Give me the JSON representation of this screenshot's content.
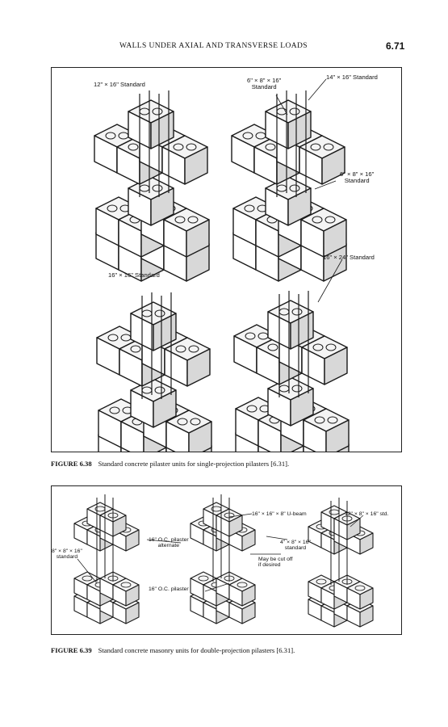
{
  "header": {
    "running_title": "WALLS UNDER AXIAL AND TRANSVERSE LOADS",
    "page_number": "6.71"
  },
  "figure_638": {
    "labels": {
      "std_12x16": "12\" × 16\" Standard",
      "std_6x8x16_a": "6\" × 8\" × 16\"",
      "std_6x8x16_b": "Standard",
      "std_14x16": "14\" × 16\" Standard",
      "std_6x8x16r_a": "6\" × 8\" × 16\"",
      "std_6x8x16r_b": "Standard",
      "std_16x24": "16\" × 24\" Standard",
      "std_16x16": "16\" × 16\" Standard"
    },
    "caption_label": "FIGURE 6.38",
    "caption_text": "Standard concrete pilaster units for single-projection pilasters [6.31]."
  },
  "figure_639": {
    "labels": {
      "ubeam": "16\" × 16\" × 8\" U-beam",
      "std_12x8x16": "12\" × 8\" × 16\" std.",
      "oc_alt_a": "16\" O.C. pilaster",
      "oc_alt_b": "alternate",
      "std_8x8x16_a": "8\" × 8\" × 16\"",
      "std_8x8x16_b": "standard",
      "std_4x8x16_a": "4\" × 8\" × 16\"",
      "std_4x8x16_b": "standard",
      "cut_off_a": "May be cut off",
      "cut_off_b": "if desired",
      "oc_pilaster": "16\" O.C. pilaster"
    },
    "caption_label": "FIGURE 6.39",
    "caption_text": "Standard concrete masonry units for double-projection pilasters [6.31]."
  }
}
